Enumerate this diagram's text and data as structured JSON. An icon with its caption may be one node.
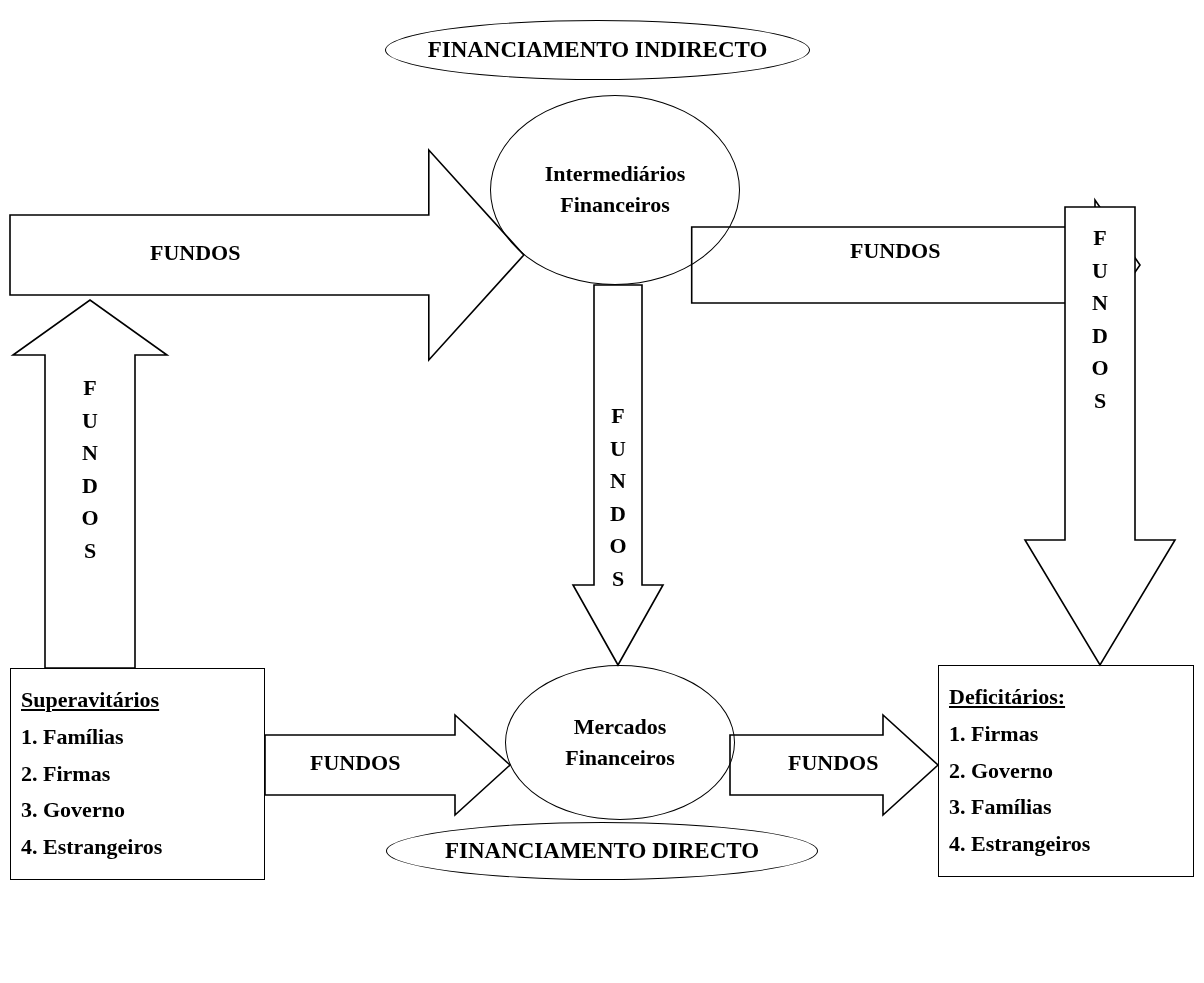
{
  "diagram": {
    "nodes": [
      {
        "text": [
          "FINANCIAMENTO INDIRECTO"
        ]
      },
      {
        "text": [
          "Intermediários Financeiros"
        ]
      },
      {
        "text": [
          "Superavitários",
          "1. Famílias",
          "2. Firmas",
          "3. Governo",
          "4. Estrangeiros"
        ]
      },
      {
        "text": [
          "Mercados Financeiros"
        ]
      },
      {
        "text": [
          "Deficitários:",
          "1. Firmas",
          "2. Governo",
          "3. Famílias",
          "4. Estrangeiros"
        ]
      },
      {
        "text": [
          "FINANCIAMENTO DIRECTO"
        ]
      }
    ],
    "edges": [
      {
        "from": null,
        "to": 1,
        "arrow": "to",
        "label": "FUNDOS"
      },
      {
        "from": 2,
        "to": null,
        "arrow": "to",
        "label": "FUNDOS"
      },
      {
        "from": 1,
        "to": null,
        "arrow": "to",
        "label": "FUNDOS"
      },
      {
        "from": null,
        "to": 4,
        "arrow": "to",
        "label": "FUNDOS"
      },
      {
        "from": 1,
        "to": 3,
        "arrow": "to",
        "label": "FUNDOS"
      },
      {
        "from": 2,
        "to": 3,
        "arrow": "to",
        "label": "FUNDOS"
      },
      {
        "from": 3,
        "to": 4,
        "arrow": "to",
        "label": "FUNDOS"
      }
    ]
  }
}
